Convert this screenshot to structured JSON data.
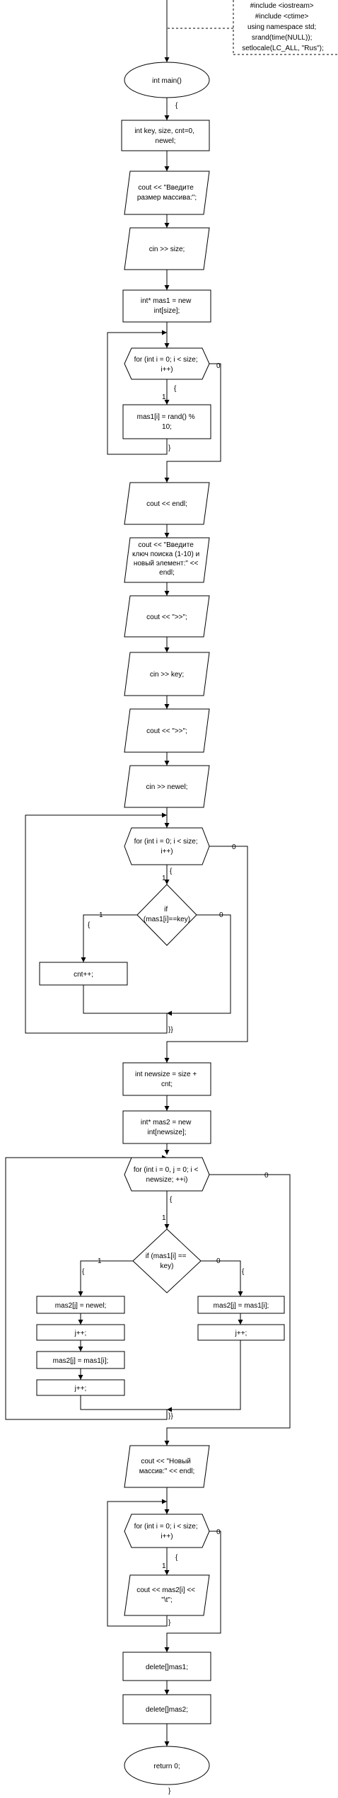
{
  "header_note": [
    "#include <iostream>",
    "#include <ctime>",
    "using namespace std;",
    "srand(time(NULL));",
    "setlocale(LC_ALL, \"Rus\");"
  ],
  "nodes": {
    "n_main": [
      "int main()"
    ],
    "n_decl": [
      "int key, size, cnt=0,",
      "newel;"
    ],
    "n_out1": [
      "cout << \"Введите",
      "размер массива:\";"
    ],
    "n_in_size": [
      "cin >> size;"
    ],
    "n_alloc1": [
      "int* mas1 = new",
      "int[size];"
    ],
    "n_for1": [
      "for (int i = 0; i < size;",
      "i++)"
    ],
    "n_rand": [
      "mas1[i] = rand() %",
      "10;"
    ],
    "n_endl": [
      "cout << endl;"
    ],
    "n_out2": [
      "cout << \"Введите",
      "ключ поиска (1-10) и",
      "новый элемент:\" <<",
      "endl;"
    ],
    "n_out3": [
      "cout << \">>\";"
    ],
    "n_in_key": [
      "cin >> key;"
    ],
    "n_out4": [
      "cout << \">>\";"
    ],
    "n_in_newel": [
      "cin >> newel;"
    ],
    "n_for2": [
      "for (int i = 0; i < size;",
      "i++)"
    ],
    "n_if1": [
      "if",
      "(mas1[i]==key)"
    ],
    "n_cnt": [
      "cnt++;"
    ],
    "n_newsize": [
      "int newsize = size +",
      "cnt;"
    ],
    "n_alloc2": [
      "int* mas2 = new",
      "int[newsize];"
    ],
    "n_for3": [
      "for (int i = 0, j = 0; i <",
      "newsize; ++i)"
    ],
    "n_if2": [
      "if (mas1[i] ==",
      "key)"
    ],
    "n_m2a": [
      "mas2[j] = newel;"
    ],
    "n_j1": [
      "j++;"
    ],
    "n_m2b": [
      "mas2[j] = mas1[i];"
    ],
    "n_j2": [
      "j++;"
    ],
    "n_m2c": [
      "mas2[j] = mas1[i];"
    ],
    "n_j3": [
      "j++;"
    ],
    "n_out5": [
      "cout << \"Новый",
      "массив:\" << endl;"
    ],
    "n_for4": [
      "for (int i = 0; i < size;",
      "i++)"
    ],
    "n_out6": [
      "cout << mas2[i] <<",
      "\"\\t\";"
    ],
    "n_del1": [
      "delete[]mas1;"
    ],
    "n_del2": [
      "delete[]mas2;"
    ],
    "n_ret": [
      "return 0;"
    ]
  },
  "edge_labels": {
    "brace_main": "{",
    "for1_open": "{",
    "for1_true": "1",
    "for1_false": "0",
    "for1_close": "}",
    "for2_open": "{",
    "for2_true": "1",
    "for2_false": "0",
    "if1_true": "1",
    "if1_open": "{",
    "if1_false": "0",
    "for2_close": "}}",
    "for3_open": "{",
    "for3_true": "1",
    "for3_false": "0",
    "if2_true": "1",
    "if2_open_left": "{",
    "if2_false": "0",
    "if2_open_right": "{",
    "for3_close": "}}",
    "for4_open": "{",
    "for4_true": "1",
    "for4_false": "0",
    "for4_close": "}",
    "end_brace": "}"
  },
  "colors": {
    "stroke": "#000000",
    "fill": "#ffffff",
    "text": "#000000"
  }
}
